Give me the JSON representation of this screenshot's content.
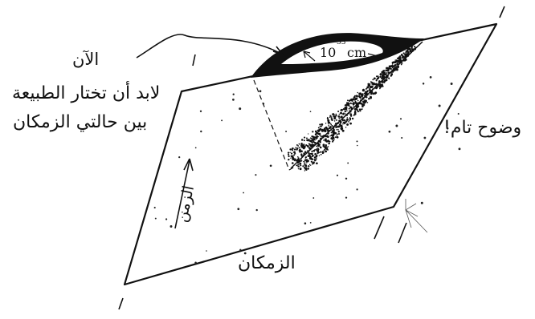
{
  "labels": {
    "now": "الآن",
    "choose_line1": "لابد أن تختار الطبيعة",
    "choose_line2": "بين حالتي الزمكان",
    "complete_clarity": "وضوح تام!",
    "time": "الزمن",
    "spacetime": "الزمكان"
  },
  "scale": {
    "base": "10",
    "exponent": "-33",
    "unit": "cm"
  },
  "colors": {
    "ink": "#111111",
    "paper": "#ffffff"
  }
}
